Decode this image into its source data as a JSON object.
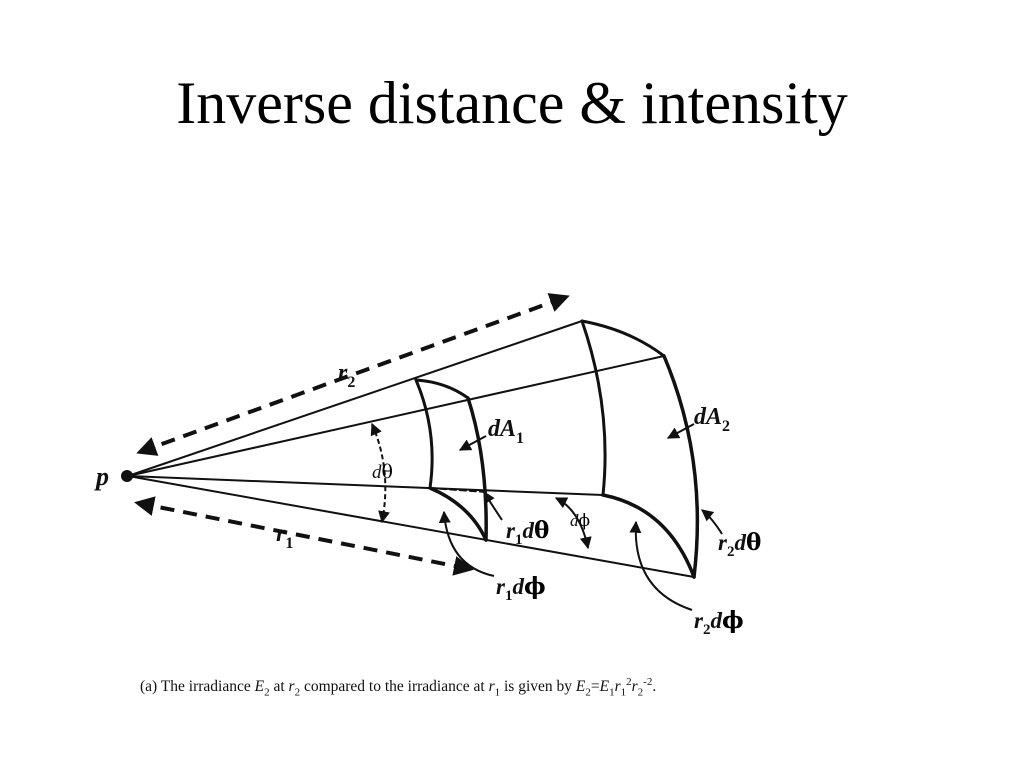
{
  "slide": {
    "title": "Inverse distance & intensity"
  },
  "diagram": {
    "labels": {
      "p": "p",
      "r2": "r",
      "r2_sub": "2",
      "r1": "r",
      "r1_sub": "1",
      "dA1": "dA",
      "dA1_sub": "1",
      "dA2": "dA",
      "dA2_sub": "2",
      "dtheta_d": "d",
      "dtheta_greek": "θ",
      "dphi_d": "d",
      "dphi_greek": "ϕ",
      "r1dtheta_r": "r",
      "r1dtheta_sub": "1",
      "r1dtheta_d": "d",
      "r1dtheta_greek": "θ",
      "r2dtheta_r": "r",
      "r2dtheta_sub": "2",
      "r2dtheta_d": "d",
      "r2dtheta_greek": "θ",
      "r1dphi_r": "r",
      "r1dphi_sub": "1",
      "r1dphi_d": "d",
      "r1dphi_greek": "ϕ",
      "r2dphi_r": "r",
      "r2dphi_sub": "2",
      "r2dphi_d": "d",
      "r2dphi_greek": "ϕ"
    },
    "caption": {
      "prefix": "(a) The irradiance ",
      "E2_E": "E",
      "E2_sub": "2",
      "at": " at ",
      "r2_r": "r",
      "r2_sub": "2",
      "compared": " compared to the irradiance at ",
      "r1_r": "r",
      "r1_sub": "1",
      "given": " is given by ",
      "f_E2": "E",
      "f_E2_sub": "2",
      "f_eq": "=",
      "f_E1": "E",
      "f_E1_sub": "1",
      "f_r1": "r",
      "f_r1_sub": "1",
      "f_r1_sup": "2",
      "f_r2": "r",
      "f_r2_sub": "2",
      "f_r2_sup": "-2",
      "suffix": "."
    },
    "colors": {
      "ink": "#111111",
      "background": "#ffffff"
    }
  }
}
